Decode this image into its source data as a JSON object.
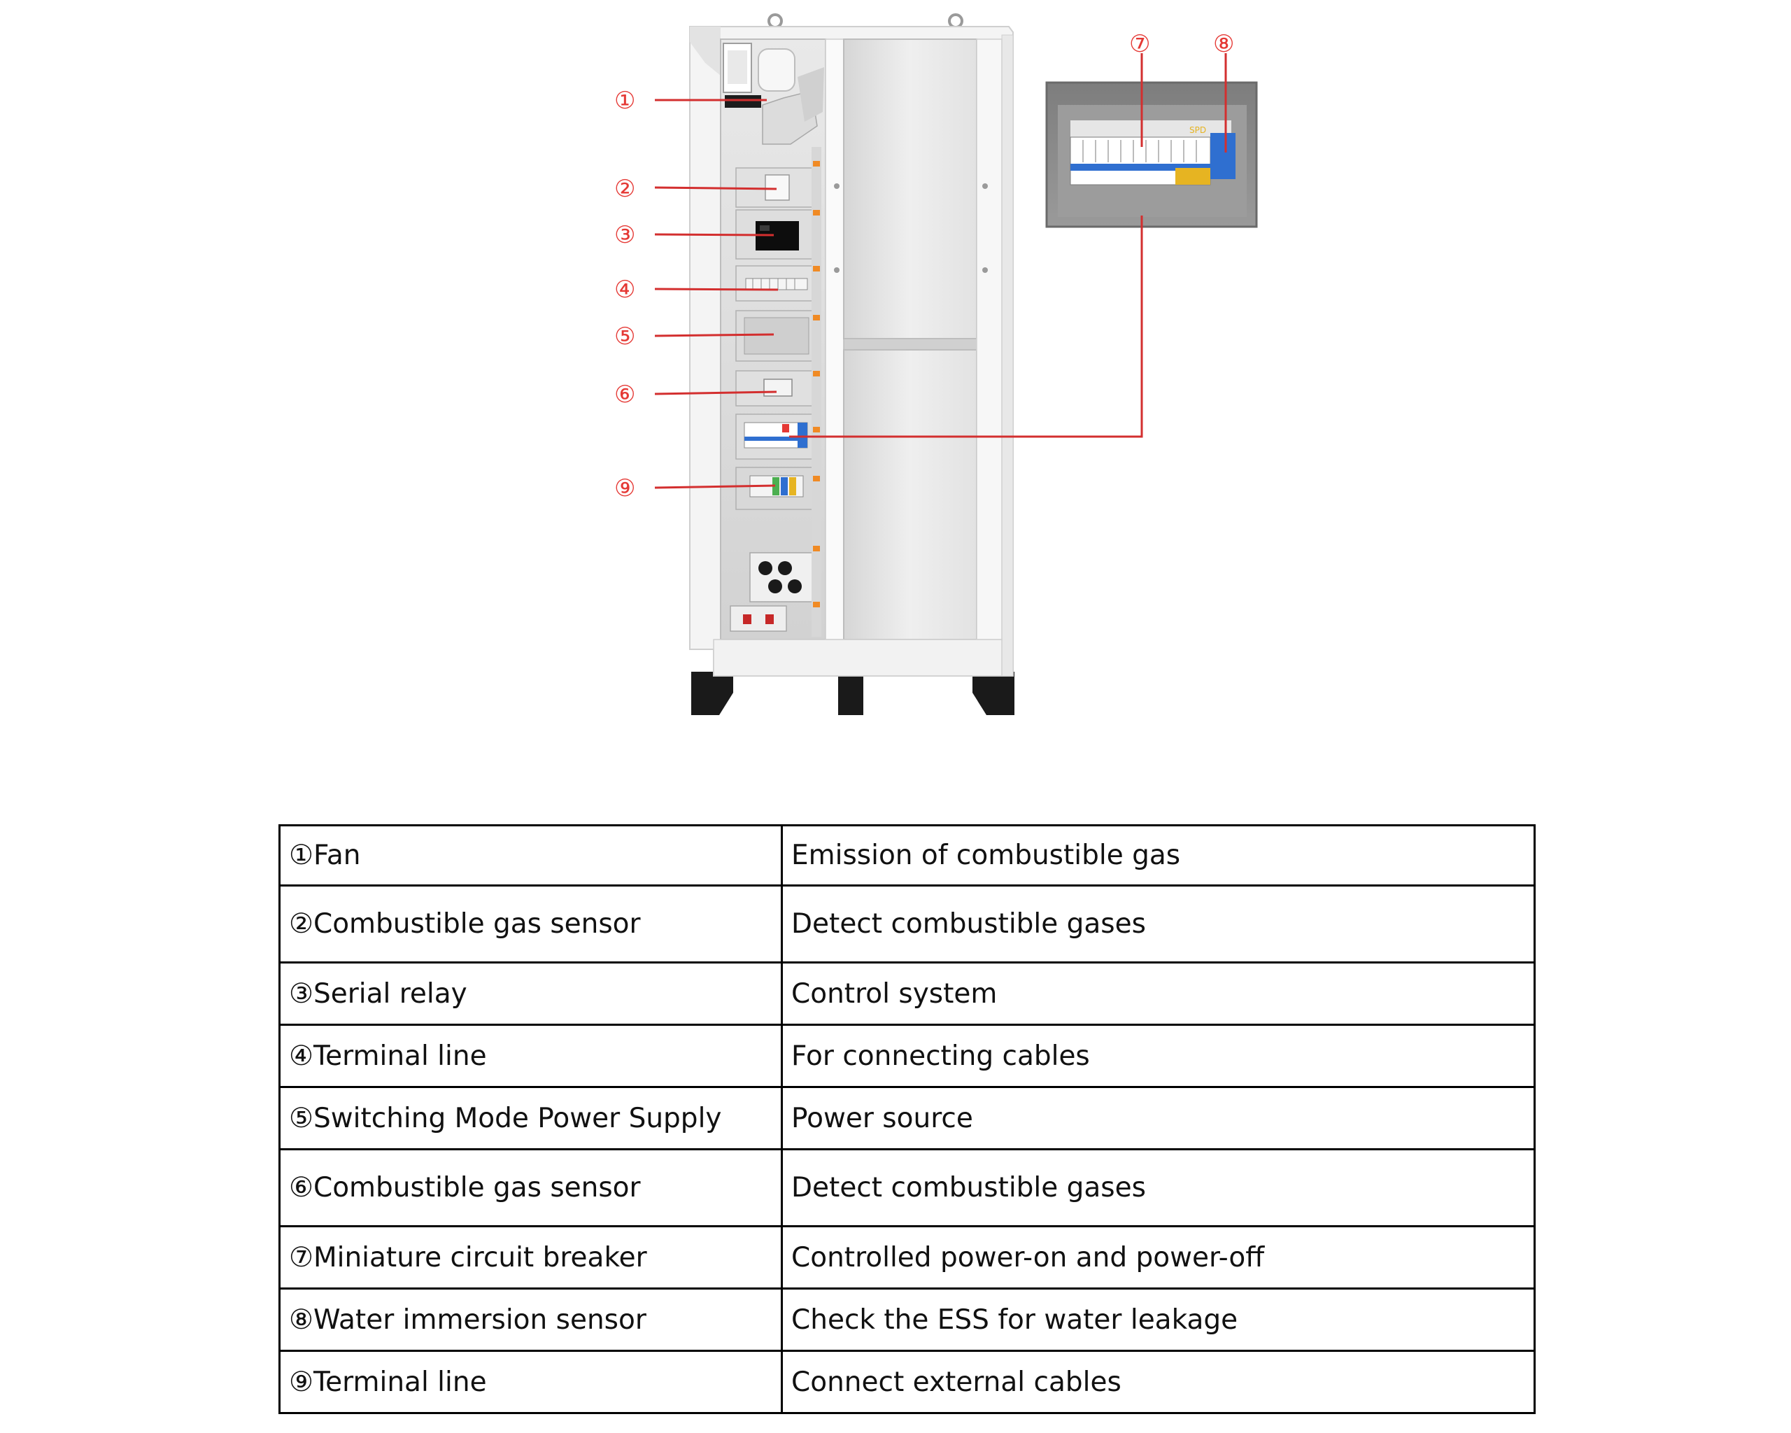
{
  "diagram": {
    "callouts": [
      "①",
      "②",
      "③",
      "④",
      "⑤",
      "⑥",
      "⑦",
      "⑧",
      "⑨"
    ],
    "inset_marking": "SPD"
  },
  "table": {
    "rows": [
      {
        "num": "①",
        "name": "Fan",
        "function": "Emission of combustible gas"
      },
      {
        "num": "②",
        "name": "Combustible gas sensor",
        "function": "Detect combustible gases"
      },
      {
        "num": "③",
        "name": "Serial relay",
        "function": "Control system"
      },
      {
        "num": "④",
        "name": "Terminal line",
        "function": "For connecting cables"
      },
      {
        "num": "⑤",
        "name": "Switching Mode Power Supply",
        "function": "Power source"
      },
      {
        "num": "⑥",
        "name": "Combustible gas sensor",
        "function": "Detect combustible gases"
      },
      {
        "num": "⑦",
        "name": "Miniature circuit breaker",
        "function": "Controlled power-on and power-off"
      },
      {
        "num": "⑧",
        "name": "Water immersion sensor",
        "function": "Check the ESS for water leakage"
      },
      {
        "num": "⑨",
        "name": "Terminal line",
        "function": "Connect external cables"
      }
    ]
  },
  "colors": {
    "callout": "#e53935",
    "cabinet_body": "#f2f2f2",
    "cabinet_shadow": "#c9c9c9",
    "feet": "#1a1a1a",
    "inset_bg": "#8a8a8a",
    "breaker_blue": "#2f6fd0",
    "breaker_yellow": "#e6b422",
    "table_border": "#000000"
  }
}
